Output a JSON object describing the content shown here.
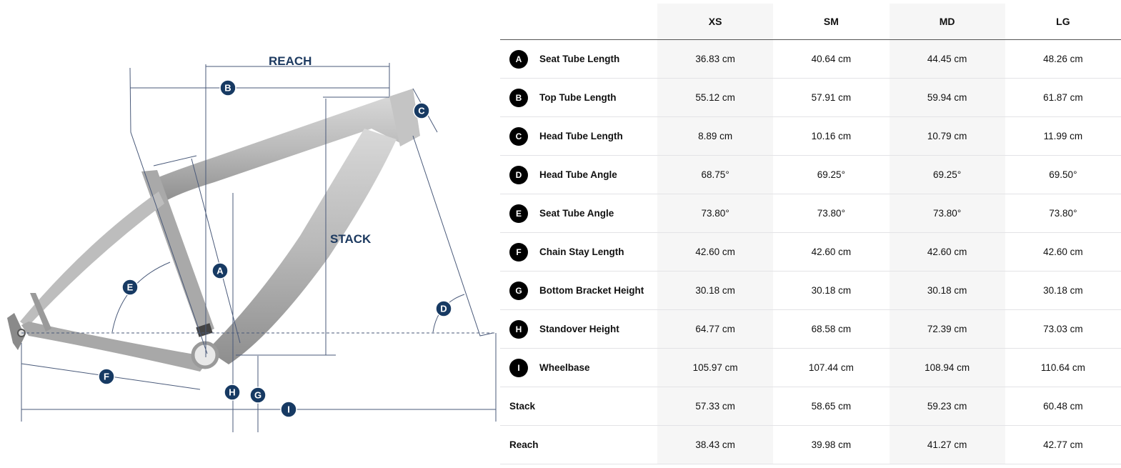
{
  "diagram": {
    "reach_label": "REACH",
    "stack_label": "STACK",
    "markers": [
      "A",
      "B",
      "C",
      "D",
      "E",
      "F",
      "G",
      "H",
      "I"
    ]
  },
  "table": {
    "columns": [
      "XS",
      "SM",
      "MD",
      "LG"
    ],
    "rows": [
      {
        "badge": "A",
        "label": "Seat Tube Length",
        "values": [
          "36.83 cm",
          "40.64 cm",
          "44.45 cm",
          "48.26 cm"
        ]
      },
      {
        "badge": "B",
        "label": "Top Tube Length",
        "values": [
          "55.12 cm",
          "57.91 cm",
          "59.94 cm",
          "61.87 cm"
        ]
      },
      {
        "badge": "C",
        "label": "Head Tube Length",
        "values": [
          "8.89 cm",
          "10.16 cm",
          "10.79 cm",
          "11.99 cm"
        ]
      },
      {
        "badge": "D",
        "label": "Head Tube Angle",
        "values": [
          "68.75°",
          "69.25°",
          "69.25°",
          "69.50°"
        ]
      },
      {
        "badge": "E",
        "label": "Seat Tube Angle",
        "values": [
          "73.80°",
          "73.80°",
          "73.80°",
          "73.80°"
        ]
      },
      {
        "badge": "F",
        "label": "Chain Stay Length",
        "values": [
          "42.60 cm",
          "42.60 cm",
          "42.60 cm",
          "42.60 cm"
        ]
      },
      {
        "badge": "G",
        "label": "Bottom Bracket Height",
        "values": [
          "30.18 cm",
          "30.18 cm",
          "30.18 cm",
          "30.18 cm"
        ]
      },
      {
        "badge": "H",
        "label": "Standover Height",
        "values": [
          "64.77 cm",
          "68.58 cm",
          "72.39 cm",
          "73.03 cm"
        ]
      },
      {
        "badge": "I",
        "label": "Wheelbase",
        "values": [
          "105.97 cm",
          "107.44 cm",
          "108.94 cm",
          "110.64 cm"
        ]
      },
      {
        "badge": "",
        "label": "Stack",
        "values": [
          "57.33 cm",
          "58.65 cm",
          "59.23 cm",
          "60.48 cm"
        ]
      },
      {
        "badge": "",
        "label": "Reach",
        "values": [
          "38.43 cm",
          "39.98 cm",
          "41.27 cm",
          "42.77 cm"
        ]
      }
    ]
  }
}
